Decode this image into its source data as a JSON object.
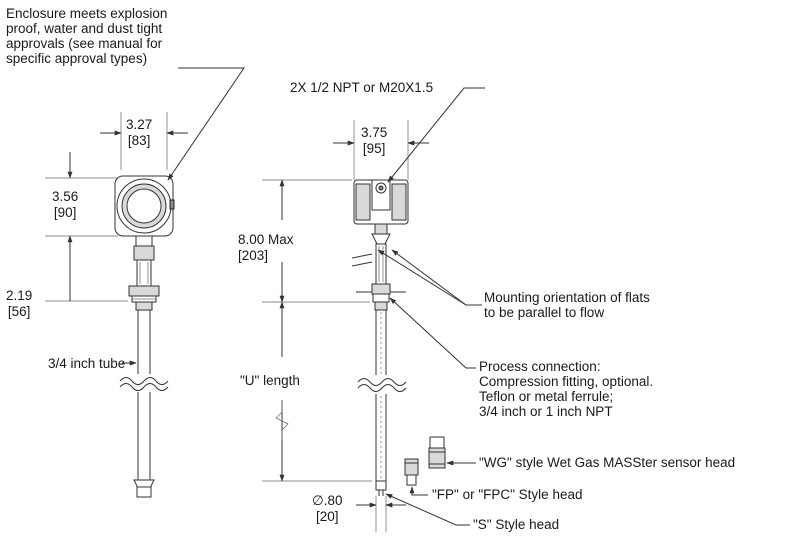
{
  "callouts": {
    "enclosure": "Enclosure meets explosion\nproof, water and dust tight\napprovals (see manual for\nspecific approval types)",
    "npt": "2X 1/2 NPT or M20X1.5",
    "tube": "3/4 inch tube",
    "flats": "Mounting orientation of flats\nto be parallel to flow",
    "process": "Process connection:\nCompression fitting, optional.\nTeflon or metal ferrule;\n3/4 inch or 1 inch NPT",
    "wg": "\"WG\" style Wet Gas MASSter sensor head",
    "fp": "\"FP\" or \"FPC\" Style head",
    "s": "\"S\" Style head"
  },
  "dimensions": {
    "width_left": "3.27\n[83]",
    "height_left": "3.56\n[90]",
    "neck_left": "2.19\n[56]",
    "width_right": "3.75\n[95]",
    "height_right": "8.00 Max\n[203]",
    "u_length": "\"U\" length",
    "diameter": "∅.80\n[20]"
  }
}
